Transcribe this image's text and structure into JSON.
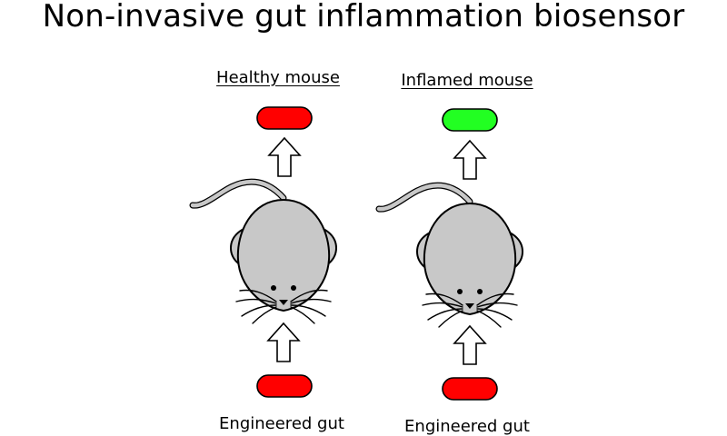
{
  "title": "Non-invasive gut inflammation biosensor",
  "panels": [
    {
      "label": "Healthy mouse",
      "output_signal_color": "#ff0000",
      "input_signal_color": "#ff0000",
      "bottom_label": "Engineered gut"
    },
    {
      "label": "Inflamed mouse",
      "output_signal_color": "#22ff22",
      "input_signal_color": "#ff0000",
      "bottom_label": "Engineered gut"
    }
  ],
  "colors": {
    "mouse_body": "#c8c8c8",
    "mouse_ear_inner": "#a9a9a9",
    "outline": "#000000"
  }
}
